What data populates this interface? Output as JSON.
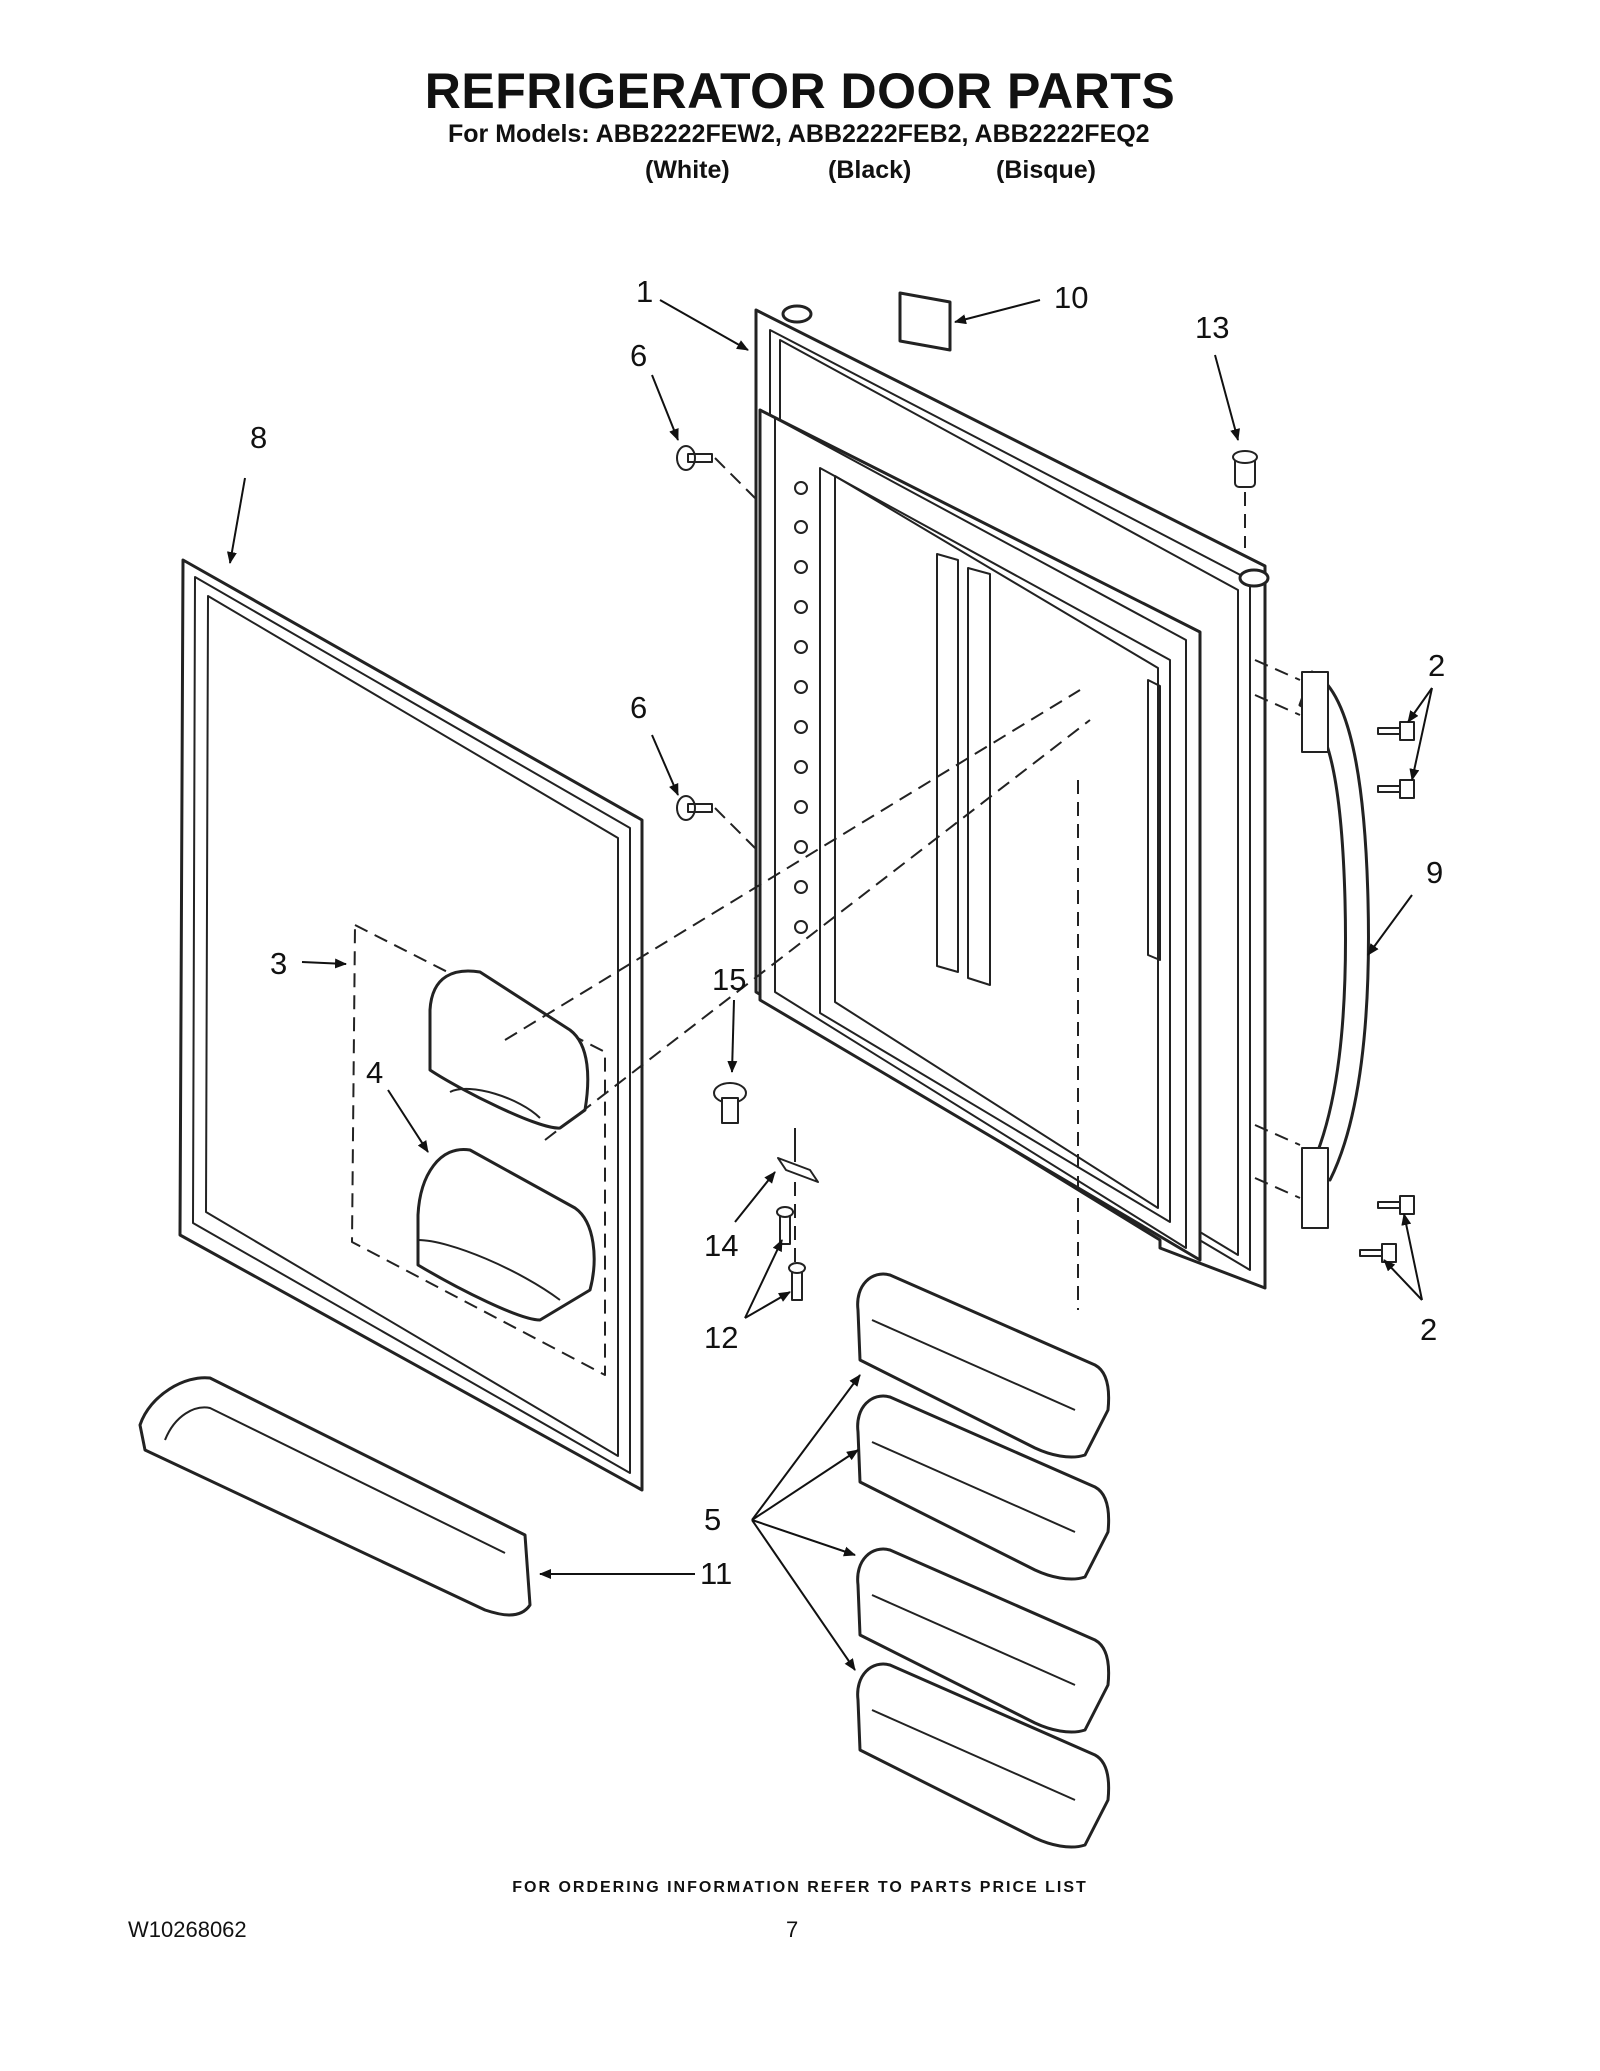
{
  "header": {
    "title": "REFRIGERATOR DOOR PARTS",
    "models_line": "For Models: ABB2222FEW2, ABB2222FEB2, ABB2222FEQ2",
    "variants": [
      "(White)",
      "(Black)",
      "(Bisque)"
    ]
  },
  "callouts": {
    "c1": "1",
    "c2a": "2",
    "c2b": "2",
    "c3": "3",
    "c4": "4",
    "c5": "5",
    "c6a": "6",
    "c6b": "6",
    "c8": "8",
    "c9": "9",
    "c10": "10",
    "c11": "11",
    "c12": "12",
    "c13": "13",
    "c14": "14",
    "c15": "15"
  },
  "footer": {
    "note": "FOR ORDERING INFORMATION REFER TO PARTS PRICE LIST",
    "doc_number": "W10268062",
    "page_number": "7"
  },
  "colors": {
    "line": "#222222",
    "fill": "#ffffff"
  }
}
